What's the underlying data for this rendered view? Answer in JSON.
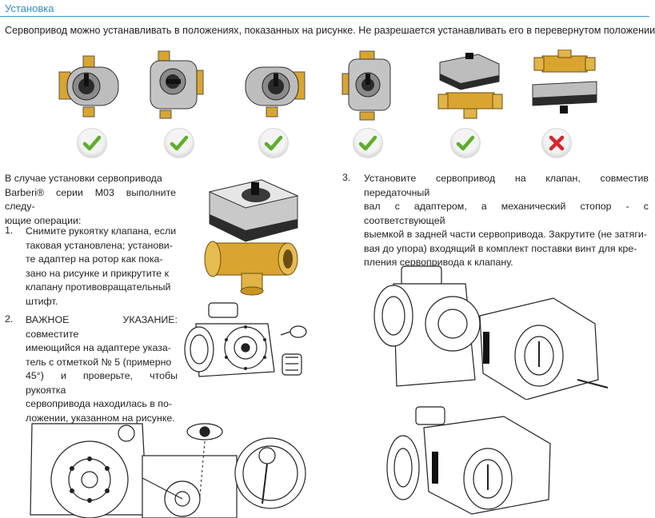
{
  "header": {
    "title": "Установка"
  },
  "intro": "Сервопривод можно устанавливать в положениях, показанных на рисунке. Не разрешается устанавливать его в перевернутом положении.",
  "positions": [
    {
      "id": "horizontal-left",
      "allowed": true
    },
    {
      "id": "horizontal-up",
      "allowed": true
    },
    {
      "id": "horizontal-right",
      "allowed": true
    },
    {
      "id": "vertical-side",
      "allowed": true
    },
    {
      "id": "top-mounted",
      "allowed": true
    },
    {
      "id": "upside-down",
      "allowed": false
    }
  ],
  "colors": {
    "accent": "#2f8fc6",
    "ok": "#5fae2b",
    "forbidden": "#d7262d",
    "brass": "#d9a530",
    "actuator_gray": "#8c8c8c"
  },
  "left_intro": [
    "В случае установки сервопривода",
    "Barberi® серии M03 выполните следу-",
    "ющие операции:"
  ],
  "steps": [
    {
      "number": "1.",
      "lines": [
        "Снимите рукоятку клапана, если",
        "таковая установлена; установи-",
        "те адаптер на ротор как пока-",
        "зано на рисунке и прикрутите к",
        "клапану противовращательный",
        "штифт."
      ]
    },
    {
      "number": "2.",
      "lines": [
        "ВАЖНОЕ УКАЗАНИЕ: совместите",
        "имеющийся на адаптере указа-",
        "тель с отметкой № 5 (примерно",
        "45°) и проверьте, чтобы рукоятка",
        "сервопривода находилась в по-",
        "ложении, указанном на рисунке."
      ]
    },
    {
      "number": "3.",
      "lines": [
        "Установите сервопривод на клапан, совместив передаточный",
        "вал с адаптером, а механический стопор - с соответствующей",
        "выемкой в задней части сервопривода.  Закрутите (не затяги-",
        "вая до упора) входящий в комплект поставки винт для кре-",
        "пления сервопривода к клапану."
      ]
    }
  ]
}
